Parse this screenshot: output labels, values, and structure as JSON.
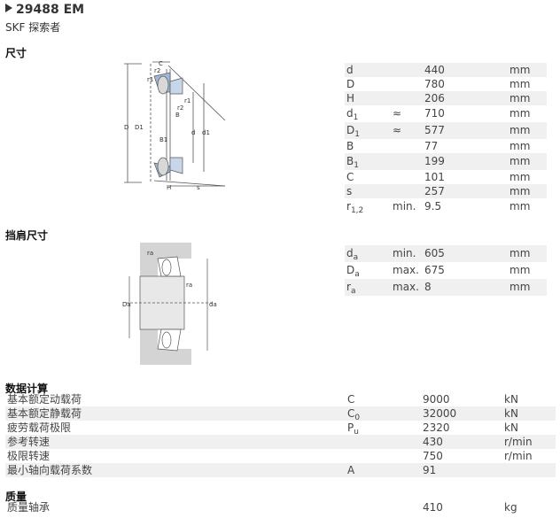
{
  "header": {
    "title": "29488 EM",
    "subtitle": "SKF 探索者"
  },
  "sections": {
    "dimensions": "尺寸",
    "abutment": "挡肩尺寸",
    "calc": "数据计算",
    "mass": "质量"
  },
  "dimensions": [
    {
      "sym": "d",
      "sub": "",
      "q": "",
      "val": "440",
      "unit": "mm"
    },
    {
      "sym": "D",
      "sub": "",
      "q": "",
      "val": "780",
      "unit": "mm"
    },
    {
      "sym": "H",
      "sub": "",
      "q": "",
      "val": "206",
      "unit": "mm"
    },
    {
      "sym": "d",
      "sub": "1",
      "q": "≈",
      "val": "710",
      "unit": "mm"
    },
    {
      "sym": "D",
      "sub": "1",
      "q": "≈",
      "val": "577",
      "unit": "mm"
    },
    {
      "sym": "B",
      "sub": "",
      "q": "",
      "val": "77",
      "unit": "mm"
    },
    {
      "sym": "B",
      "sub": "1",
      "q": "",
      "val": "199",
      "unit": "mm"
    },
    {
      "sym": "C",
      "sub": "",
      "q": "",
      "val": "101",
      "unit": "mm"
    },
    {
      "sym": "s",
      "sub": "",
      "q": "",
      "val": "257",
      "unit": "mm"
    },
    {
      "sym": "r",
      "sub": "1,2",
      "q": "min.",
      "val": "9.5",
      "unit": "mm"
    }
  ],
  "abutment": [
    {
      "sym": "d",
      "sub": "a",
      "q": "min.",
      "val": "605",
      "unit": "mm"
    },
    {
      "sym": "D",
      "sub": "a",
      "q": "max.",
      "val": "675",
      "unit": "mm"
    },
    {
      "sym": "r",
      "sub": "a",
      "q": "max.",
      "val": "8",
      "unit": "mm"
    }
  ],
  "calc": [
    {
      "label": "基本额定动载荷",
      "sym": "C",
      "sub": "",
      "val": "9000",
      "unit": "kN"
    },
    {
      "label": "基本额定静载荷",
      "sym": "C",
      "sub": "0",
      "val": "32000",
      "unit": "kN"
    },
    {
      "label": "疲劳载荷极限",
      "sym": "P",
      "sub": "u",
      "val": "2320",
      "unit": "kN"
    },
    {
      "label": "参考转速",
      "sym": "",
      "sub": "",
      "val": "430",
      "unit": "r/min"
    },
    {
      "label": "极限转速",
      "sym": "",
      "sub": "",
      "val": "750",
      "unit": "r/min"
    },
    {
      "label": "最小轴向载荷系数",
      "sym": "A",
      "sub": "",
      "val": "91",
      "unit": ""
    }
  ],
  "mass": [
    {
      "label": "质量轴承",
      "val": "410",
      "unit": "kg"
    }
  ],
  "diagram1": {
    "labels": {
      "C": "C",
      "r2": "r2",
      "r1": "r1",
      "r1b": "r1",
      "r2b": "r2",
      "B": "B",
      "D": "D",
      "D1": "D1",
      "B1": "B1",
      "d": "d",
      "d1": "d1",
      "H": "H",
      "s": "s"
    }
  },
  "diagram2": {
    "labels": {
      "ra": "ra",
      "ra2": "ra",
      "Da": "Da",
      "da": "da"
    }
  }
}
